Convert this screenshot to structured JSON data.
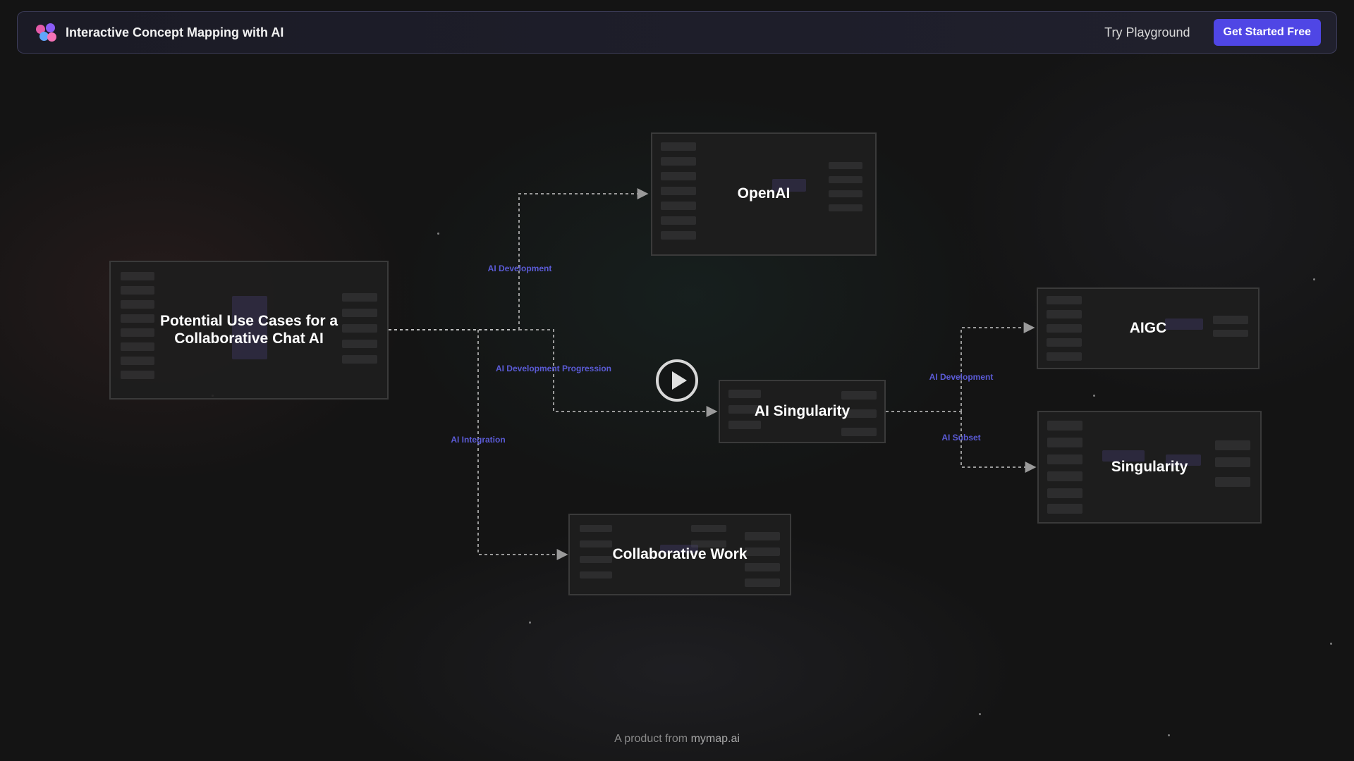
{
  "header": {
    "brand_title": "Interactive Concept Mapping with AI",
    "nav_link": "Try Playground",
    "cta_label": "Get Started Free"
  },
  "diagram": {
    "nodes": {
      "root": "Potential Use Cases for a Collaborative Chat AI",
      "openai": "OpenAI",
      "ai_singularity": "AI Singularity",
      "collaborative_work": "Collaborative Work",
      "aigc": "AIGC",
      "singularity": "Singularity"
    },
    "edges": {
      "root_openai": "AI Development",
      "root_ai_singularity": "AI Development Progression",
      "root_collaborative_work": "AI Integration",
      "singularity_aigc": "AI Development",
      "singularity_subset": "AI Subset"
    }
  },
  "footer": {
    "prefix": "A product from",
    "link": "mymap.ai"
  },
  "colors": {
    "accent": "#4f46e5",
    "edge_label": "#5b5bd6"
  }
}
